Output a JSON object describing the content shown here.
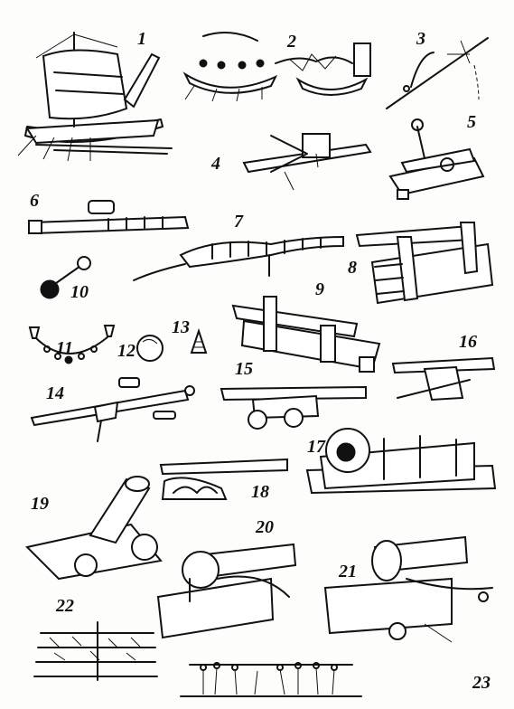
{
  "plate": {
    "numbers": [
      "1",
      "2",
      "3",
      "4",
      "5",
      "6",
      "7",
      "8",
      "9",
      "10",
      "11",
      "12",
      "13",
      "14",
      "15",
      "16",
      "17",
      "18",
      "19",
      "20",
      "21",
      "22",
      "23"
    ]
  }
}
